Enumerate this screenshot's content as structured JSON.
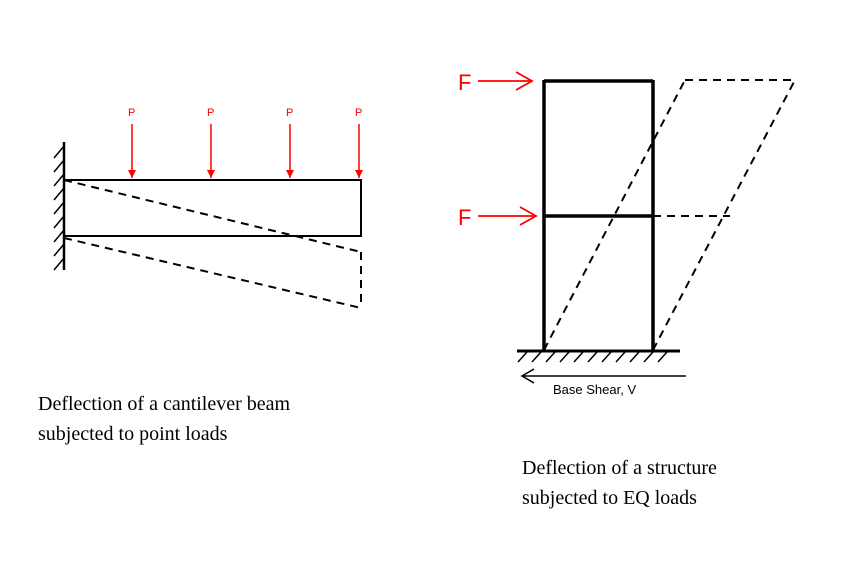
{
  "cantilever": {
    "load_labels": [
      "P",
      "P",
      "P",
      "P"
    ],
    "caption_line1": "Deflection of a cantilever beam",
    "caption_line2": "subjected to point loads"
  },
  "frame": {
    "force_labels": [
      "F",
      "F"
    ],
    "base_shear_label": "Base Shear, V",
    "caption_line1": "Deflection of a structure",
    "caption_line2": "subjected to EQ loads"
  },
  "colors": {
    "load": "#ff0000",
    "structure": "#000000"
  }
}
